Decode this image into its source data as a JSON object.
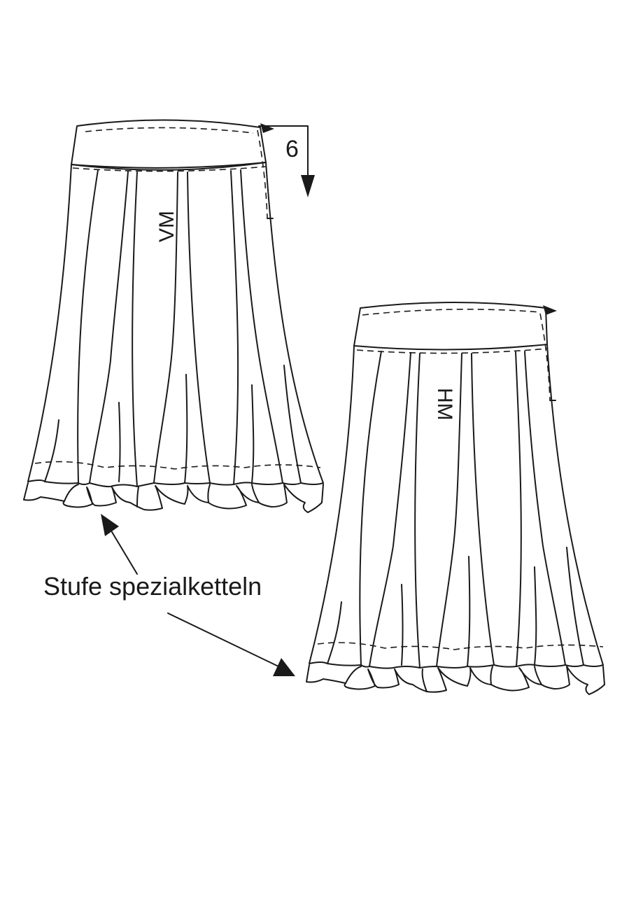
{
  "labels": {
    "front": "VM",
    "back": "HM",
    "measure": "6",
    "callout": "Stufe spezialketteln"
  },
  "colors": {
    "ink": "#1a1a1a",
    "paper": "#ffffff"
  }
}
